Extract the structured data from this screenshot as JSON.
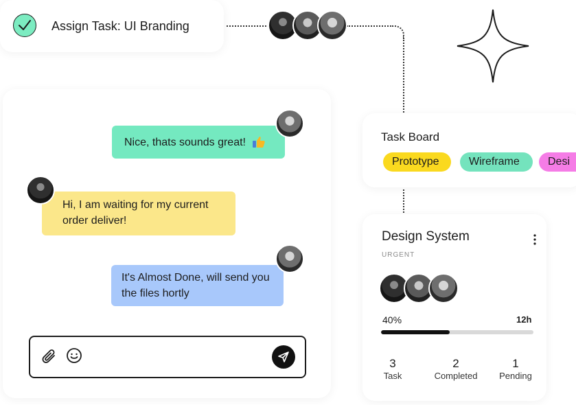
{
  "assign": {
    "title": "Assign Task: UI Branding"
  },
  "chat": {
    "messages": [
      {
        "text": "Nice, thats sounds great!"
      },
      {
        "text": "Hi, I am waiting for my current order deliver!"
      },
      {
        "text": "It's Almost Done, will send you the files hortly"
      }
    ],
    "input_placeholder": ""
  },
  "taskboard": {
    "title": "Task Board",
    "tags": [
      {
        "label": "Prototype",
        "color": "#fad91f"
      },
      {
        "label": "Wireframe",
        "color": "#74e3bd"
      },
      {
        "label": "Desi",
        "color": "#f57ce6"
      }
    ]
  },
  "design": {
    "title": "Design System",
    "priority": "URGENT",
    "progress_label": "40%",
    "progress_value": 0.45,
    "time": "12h",
    "stats": [
      {
        "value": "3",
        "label": "Task"
      },
      {
        "value": "2",
        "label": "Completed"
      },
      {
        "value": "1",
        "label": "Pending"
      }
    ]
  },
  "colors": {
    "check_green": "#7cecc1",
    "bubble_green": "#74e9c0",
    "bubble_yellow": "#fbe78a",
    "bubble_blue": "#a8c8fb"
  },
  "icons": [
    "check-icon",
    "sparkle-icon",
    "thumbs-up-icon",
    "paperclip-icon",
    "emoji-icon",
    "send-icon",
    "more-vertical-icon"
  ]
}
